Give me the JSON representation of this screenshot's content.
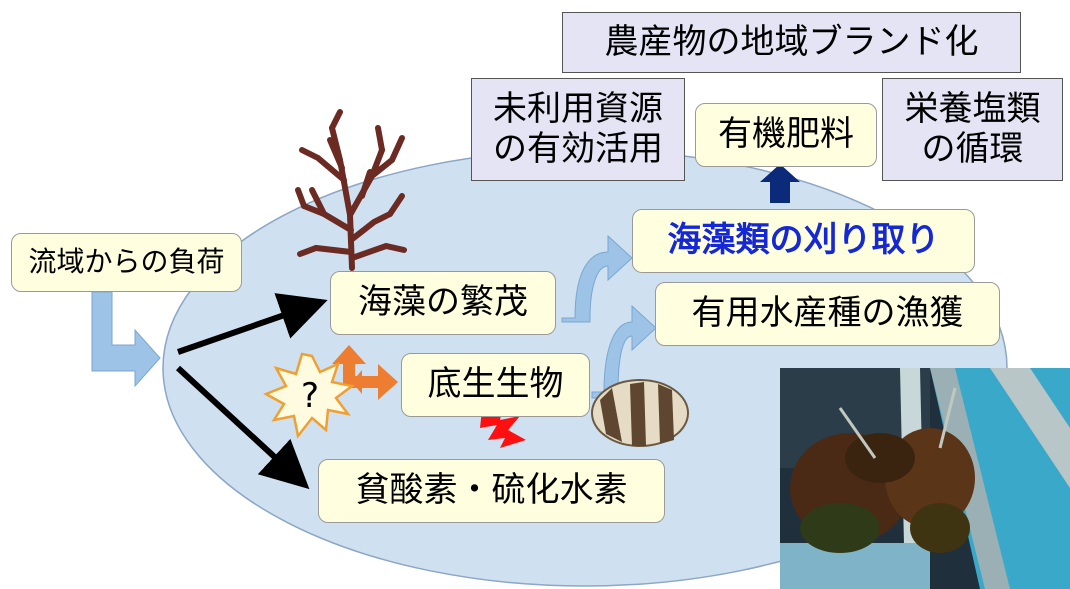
{
  "boxes": {
    "load": "流域からの負荷",
    "algae_bloom": "海藻の繁茂",
    "benthos": "底生生物",
    "hypoxia": "貧酸素・硫化水素",
    "harvest": "海藻類の刈り取り",
    "fishery": "有用水産種の漁獲",
    "fertilizer": "有機肥料",
    "unused_line1": "未利用資源",
    "unused_line2": "の有効活用",
    "nutrient_line1": "栄養塩類",
    "nutrient_line2": "の循環",
    "brand": "農産物の地域ブランド化",
    "question": "?"
  },
  "colors": {
    "ellipse_fill": "#cfe0f0",
    "arrow_light_blue": "#9dc3e6",
    "arrow_navy": "#0b2a7a",
    "arrow_orange": "#ed7d31",
    "highlight_text": "#1428d8",
    "seaweed": "#6b2a22",
    "lightning": "#ff1010"
  }
}
